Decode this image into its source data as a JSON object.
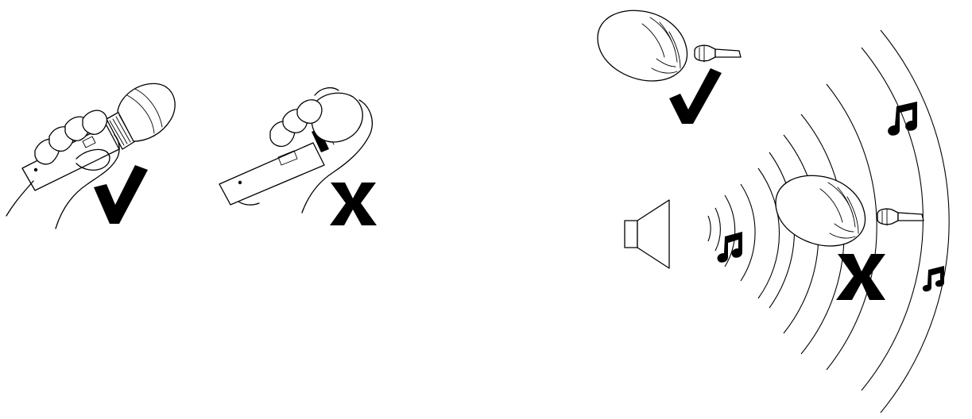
{
  "colors": {
    "ink": "#000000",
    "background": "#ffffff"
  },
  "panels": [
    {
      "id": "grip-correct",
      "verdict": "correct",
      "icon": "check-icon"
    },
    {
      "id": "grip-incorrect",
      "verdict": "incorrect",
      "icon": "x-mark-icon"
    },
    {
      "id": "distance-correct",
      "verdict": "correct",
      "icon": "check-icon"
    },
    {
      "id": "distance-incorrect-near-speaker",
      "verdict": "incorrect",
      "icon": "x-mark-icon"
    }
  ],
  "symbols": [
    "microphone-icon",
    "hand-icon",
    "head-icon",
    "speaker-icon",
    "music-note-icon",
    "sound-wave-icon"
  ]
}
